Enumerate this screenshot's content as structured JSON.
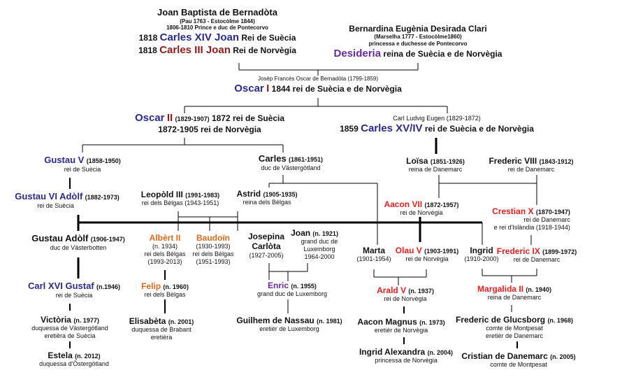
{
  "colors": {
    "blue": "#2b2a86",
    "darkred": "#8b1c1c",
    "red": "#e02020",
    "orange": "#d96a1d",
    "purple": "#6a2a9a",
    "line": "#000000"
  },
  "joan": {
    "name": "Joan Baptista de Bernadòta",
    "dates": "(Pau 1763 - Estocòlme 1844)",
    "title": "1806-1810 Prince e duc de Pontecorvo",
    "y1": "1818",
    "n1": "Carles XIV Joan",
    "t1": "Rei de Suècia",
    "y2": "1818",
    "n2": "Carles III Joan",
    "t2": "Rei de Norvègia"
  },
  "bernardina": {
    "name": "Bernardina Eugènia Desirada Clari",
    "dates": "(Marselha 1777 - Estocòlme1860)",
    "title": "princessa e duchesse de Pontecorvo",
    "n": "Desideria",
    "t": "reina de Suècia e de Norvègia"
  },
  "oscar1": {
    "full": "Josèp Francés Oscar de Bernadòta (1799-1859)",
    "n": "Oscar",
    "num": "I",
    "t": "1844 rei de Suècia e de Norvègia"
  },
  "oscar2": {
    "n": "Oscar",
    "num": "II",
    "dates": "(1829-1907)",
    "t1": "1872 rei de Suècia",
    "t2": "1872-1905 rei de Norvègia"
  },
  "carles15": {
    "full": "Carl Ludvig Eugen (1829-1872)",
    "year": "1859",
    "n": "Carles XV/IV",
    "t": "rei de Suècia e de Norvègia"
  },
  "gustau5": {
    "n": "Gustau V",
    "d": "(1858-1950)",
    "t": "rei de Suècia"
  },
  "carles": {
    "n": "Carles",
    "d": "(1861-1951)",
    "t": "duc de Västergötland"
  },
  "loisa": {
    "n": "Loïsa",
    "d": "(1851-1926)",
    "t": "reina de Danemarc"
  },
  "frederic8": {
    "n": "Frederic VIII",
    "d": "(1843-1912)",
    "t": "rei de Danemarc"
  },
  "gustau6": {
    "n": "Gustau VI Adòlf",
    "d": "(1882-1973)",
    "t": "rei de Suècia"
  },
  "leopold": {
    "n": "Leopòld III",
    "d": "(1991-1983)",
    "t": "rei dels Bèlgas (1943-1951)"
  },
  "astrid": {
    "n": "Astrid",
    "d": "(1905-1935)",
    "t": "reina dels Bèlgas"
  },
  "aacon7": {
    "n": "Aacon VII",
    "d": "(1872-1957)",
    "t": "rei de Norvègia"
  },
  "crestian10": {
    "n": "Crestian X",
    "d": "(1870-1947)",
    "t1": "rei de Danemarc",
    "t2": "e rei d'Islàndia (1918-1944)"
  },
  "gustauadolf": {
    "n": "Gustau Adòlf",
    "d": "(1906-1947)",
    "t": "duc de Västerbotten"
  },
  "albert": {
    "n": "Albèrt II",
    "d": "(n. 1934)",
    "t1": "rei dels Bèlgas",
    "t2": "(1993-2013)"
  },
  "baudoin": {
    "n": "Baudoïn",
    "d": "(1930-1993)",
    "t1": "rei dels Bèlgas",
    "t2": "(1951-1993)"
  },
  "josepina": {
    "n1": "Josepina",
    "n2": "Carlòta",
    "d": "(1927-2005)"
  },
  "joan2": {
    "n": "Joan",
    "d": "(n. 1921)",
    "t1": "grand duc de",
    "t2": "Luxemborg",
    "t3": "1964-2000"
  },
  "marta": {
    "n": "Marta",
    "d": "(1901-1954)"
  },
  "olau": {
    "n": "Olau V",
    "d": "(1903-1991)",
    "t": "rei de Norvègia"
  },
  "ingrid": {
    "n": "Ingrid",
    "d": "(1910-2000)"
  },
  "frederic9": {
    "n": "Frederic IX",
    "d": "(1899-1972)",
    "t": "rei de Danemarc"
  },
  "carl16": {
    "n": "Carl XVI Gustaf",
    "d": "(n.1946)",
    "t": "rei de Suècia"
  },
  "felip": {
    "n": "Felip",
    "d": "(n. 1960)",
    "t": "rei dels Bèlgas"
  },
  "enric": {
    "n": "Enric",
    "d": "(n. 1955)",
    "t": "grand duc de Luxemborg"
  },
  "arald": {
    "n": "Arald V",
    "d": "(n. 1937)",
    "t": "rei de Norvègia"
  },
  "margalida": {
    "n": "Margalida II",
    "d": "(n. 1940)",
    "t": "reina de Danemarc"
  },
  "victoria": {
    "n": "Victòria",
    "d": "(n. 1977)",
    "t1": "duquessa de Västergötland",
    "t2": "eretièra de Suècia"
  },
  "elisabeta": {
    "n": "Elisabèta",
    "d": "(n. 2001)",
    "t1": "duquessa de Brabant",
    "t2": "eretièra"
  },
  "guilhem": {
    "n": "Guilhem de Nassau",
    "d": "(n. 1981)",
    "t": "eretièr de Luxemborg"
  },
  "aacon": {
    "n": "Aacon Magnus",
    "d": "(n. 1973)",
    "t": "eretièr de Norvègia"
  },
  "fredglucs": {
    "n": "Frederic de Glucsborg",
    "d": "(n. 1968)",
    "t1": "comte de Montpesat",
    "t2": "eretièr de Danemarc"
  },
  "estela": {
    "n": "Estela",
    "d": "(n. 2012)",
    "t": "duquessa d'Östergötland"
  },
  "ingridalex": {
    "n": "Ingrid Alexandra",
    "d": "(n. 2004)",
    "t": "princessa de Norvègia"
  },
  "cristian": {
    "n": "Cristian de Danemarc",
    "d": "(n. 2005)",
    "t": "comte de Montpesat"
  }
}
